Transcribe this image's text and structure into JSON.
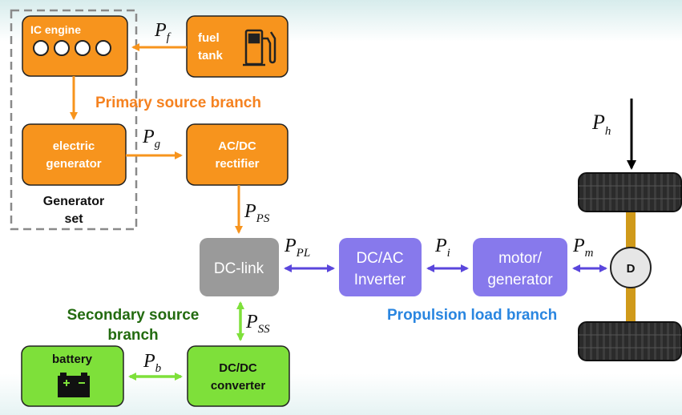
{
  "blocks": {
    "ic_engine": "IC engine",
    "fuel_tank": [
      "fuel",
      "tank"
    ],
    "electric_generator": [
      "electric",
      "generator"
    ],
    "rectifier": [
      "AC/DC",
      "rectifier"
    ],
    "dc_link": "DC-link",
    "inverter": [
      "DC/AC",
      "Inverter"
    ],
    "motor": [
      "motor/",
      "generator"
    ],
    "battery": "battery",
    "converter": [
      "DC/DC",
      "converter"
    ],
    "drive": "D"
  },
  "groups": {
    "generator_set": [
      "Generator",
      "set"
    ],
    "primary_branch": "Primary source branch",
    "secondary_branch": [
      "Secondary source",
      "branch"
    ],
    "propulsion_branch": "Propulsion load branch"
  },
  "power_labels": {
    "pf": {
      "base": "P",
      "sub": "f"
    },
    "pg": {
      "base": "P",
      "sub": "g"
    },
    "pps": {
      "base": "P",
      "sub": "PS"
    },
    "ppl": {
      "base": "P",
      "sub": "PL"
    },
    "pi": {
      "base": "P",
      "sub": "i"
    },
    "pm": {
      "base": "P",
      "sub": "m"
    },
    "pss": {
      "base": "P",
      "sub": "SS"
    },
    "pb": {
      "base": "P",
      "sub": "b"
    },
    "ph": {
      "base": "P",
      "sub": "h"
    }
  },
  "colors": {
    "orange": "#f7941d",
    "orange_text": "#f58220",
    "purple": "#8779ec",
    "purple_arrow": "#5a46dc",
    "green": "#7ee03a",
    "green_text": "#236b10",
    "gray": "#9a9a9a",
    "blue_text": "#2a86e0",
    "axle": "#d09a1a"
  }
}
